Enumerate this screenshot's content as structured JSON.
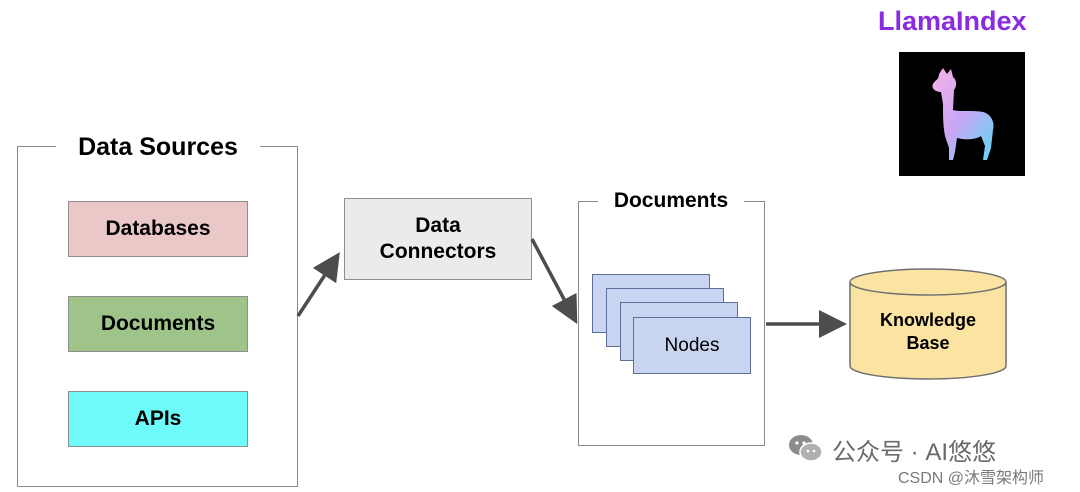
{
  "brand": {
    "name": "LlamaIndex",
    "color": "#8a2be2"
  },
  "data_sources": {
    "title": "Data Sources",
    "items": [
      {
        "label": "Databases",
        "color": "#ebc8c8"
      },
      {
        "label": "Documents",
        "color": "#9fc48a"
      },
      {
        "label": "APIs",
        "color": "#6ffafa"
      }
    ]
  },
  "connector": {
    "line1": "Data",
    "line2": "Connectors",
    "color": "#ebebeb"
  },
  "documents": {
    "title": "Documents",
    "nodes_label": "Nodes",
    "node_color": "#c9d5f0"
  },
  "knowledge_base": {
    "line1": "Knowledge",
    "line2": "Base",
    "color": "#fbe3a2"
  },
  "watermark": {
    "line1": "公众号 · AI悠悠",
    "line2": "CSDN @沐雪架构师"
  }
}
